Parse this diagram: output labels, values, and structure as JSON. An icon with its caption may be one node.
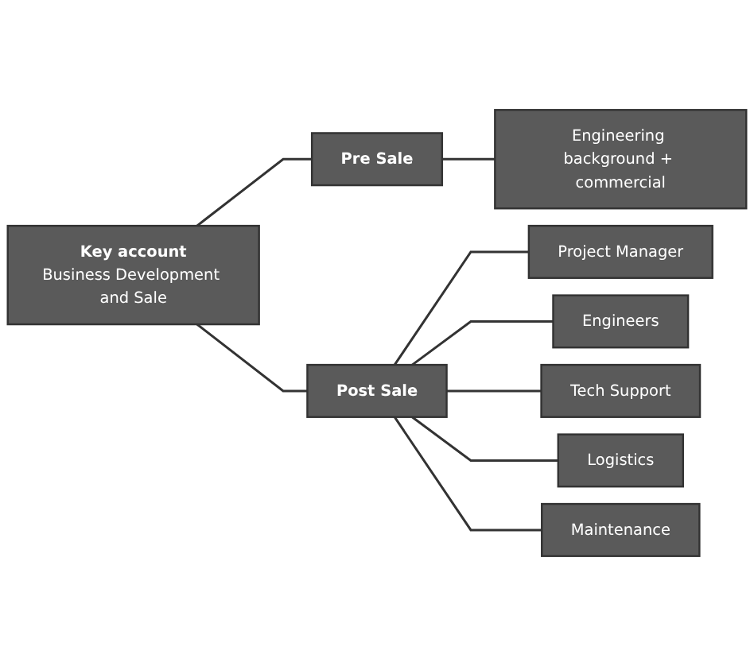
{
  "diagram": {
    "nodes": [
      {
        "text": [
          "Key account",
          "Business Development and Sale"
        ]
      },
      {
        "text": [
          "Pre Sale"
        ]
      },
      {
        "text": [
          "Post Sale"
        ]
      },
      {
        "text": [
          "Engineering background + commercial"
        ]
      },
      {
        "text": [
          "Project Manager"
        ]
      },
      {
        "text": [
          "Engineers"
        ]
      },
      {
        "text": [
          "Tech Support"
        ]
      },
      {
        "text": [
          "Logistics"
        ]
      },
      {
        "text": [
          "Maintenance"
        ]
      }
    ],
    "edges": [
      {
        "from": 0,
        "to": 1,
        "arrow": "none"
      },
      {
        "from": 0,
        "to": 2,
        "arrow": "none"
      },
      {
        "from": 1,
        "to": 3,
        "arrow": "none"
      },
      {
        "from": 2,
        "to": 4,
        "arrow": "none"
      },
      {
        "from": 2,
        "to": 5,
        "arrow": "none"
      },
      {
        "from": 2,
        "to": 6,
        "arrow": "none"
      },
      {
        "from": 2,
        "to": 7,
        "arrow": "none"
      },
      {
        "from": 2,
        "to": 8,
        "arrow": "none"
      }
    ]
  }
}
